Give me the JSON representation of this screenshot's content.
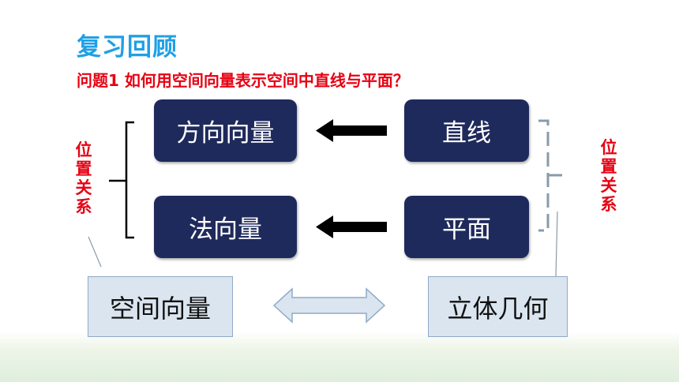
{
  "slide": {
    "title": "复习回顾",
    "question": "问题1  如何用空间向量表示空间中直线与平面？",
    "boxes": {
      "direction_vector": "方向向量",
      "line": "直线",
      "normal_vector": "法向量",
      "plane": "平面",
      "space_vector": "空间向量",
      "solid_geometry": "立体几何"
    },
    "side_label_left": "位置关系",
    "side_label_right": "位置关系"
  },
  "colors": {
    "title": "#1fa0e6",
    "question": "#e60012",
    "navy_box": "#1f2a5c",
    "light_box": "#dae5f0",
    "label_red": "#e60012"
  }
}
